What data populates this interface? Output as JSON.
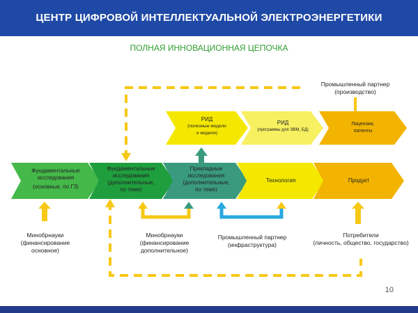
{
  "header": {
    "title": "ЦЕНТР ЦИФРОВОЙ ИНТЕЛЛЕКТУАЛЬНОЙ ЭЛЕКТРОЭНЕРГЕТИКИ"
  },
  "subtitle": "ПОЛНАЯ ИННОВАЦИОННАЯ ЦЕПОЧКА",
  "page_number": "10",
  "colors": {
    "header_blue": "#1f49a6",
    "green_light": "#45b84a",
    "green": "#1f9e3e",
    "teal": "#3a9a7e",
    "yellow": "#f5e800",
    "yellow_light": "#f7f060",
    "orange": "#f2b400",
    "dash_yellow": "#f7c815",
    "arrow_blue": "#29a8e0"
  },
  "top_row": [
    {
      "lines": [
        "РИД",
        "(полезные модели",
        "и модели)"
      ]
    },
    {
      "lines": [
        "РИД",
        "(программы для ЭВМ, БД)"
      ]
    },
    {
      "lines": [
        "Лицензии,",
        "патенты"
      ]
    }
  ],
  "bottom_row": [
    {
      "lines": [
        "Фундаментальные",
        "исследования",
        "(основные, по ГЗ)"
      ]
    },
    {
      "lines": [
        "Фундаментальные",
        "исследования",
        "(дополнительные,",
        "по теме)"
      ]
    },
    {
      "lines": [
        "Прикладные",
        "исследования",
        "(дополнительные,",
        "по теме)"
      ]
    },
    {
      "lines": [
        "Технология"
      ]
    },
    {
      "lines": [
        "Продукт"
      ]
    }
  ],
  "labels": {
    "industrial_partner_production": [
      "Промышленный партнер",
      "(производство)"
    ],
    "minobr_basic": [
      "Минобрнауки",
      "(финансирование",
      "основное)"
    ],
    "minobr_additional": [
      "Минобрнауки",
      "(финансирование",
      "дополнительное)"
    ],
    "industrial_partner_infra": [
      "Промышленный партнер",
      "(инфраструктура)"
    ],
    "consumers": [
      "Потребители",
      "(личность, общество, государство)"
    ]
  }
}
